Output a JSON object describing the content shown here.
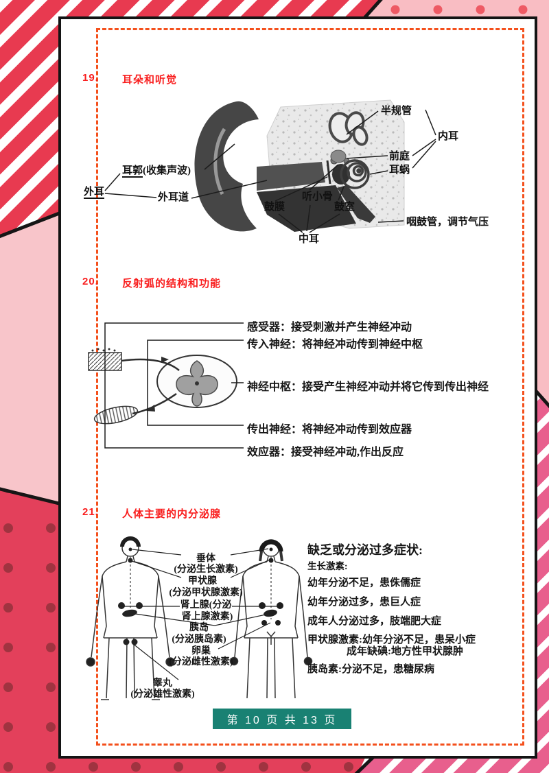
{
  "sections": {
    "s19": {
      "number": "19.",
      "title": "耳朵和听觉"
    },
    "s20": {
      "number": "20.",
      "title": "反射弧的结构和功能"
    },
    "s21": {
      "number": "21.",
      "title": "人体主要的内分泌腺"
    }
  },
  "ear": {
    "semicircular_canal": "半规管",
    "inner_ear": "内耳",
    "vestibule": "前庭",
    "cochlea": "耳蜗",
    "auricle_underlined": "耳郭",
    "auricle_rest": "(收集声波)",
    "outer_ear": "外耳",
    "ear_canal": "外耳道",
    "eardrum": "鼓膜",
    "ossicles": "听小骨",
    "tympanic_cavity": "鼓室",
    "middle_ear": "中耳",
    "eustachian_tube": "咽鼓管，调节气压"
  },
  "reflex": {
    "receptor": "感受器：接受刺激并产生神经冲动",
    "afferent": "传入神经：将神经冲动传到神经中枢",
    "center": "神经中枢：接受产生神经冲动并将它传到传出神经",
    "efferent": "传出神经：将神经冲动传到效应器",
    "effector": "效应器：接受神经冲动,作出反应"
  },
  "endocrine": {
    "pituitary": "垂体",
    "pituitary_sub": "(分泌生长激素)",
    "thyroid": "甲状腺",
    "thyroid_sub": "(分泌甲状腺激素)",
    "adrenal": "肾上腺(分泌",
    "adrenal_sub": "肾上腺激素)",
    "islet": "胰岛",
    "islet_sub": "(分泌胰岛素)",
    "ovary": "卵巢",
    "ovary_sub": "(分泌雌性激素)",
    "testis": "睾丸",
    "testis_sub": "(分泌雄性激素)",
    "symptoms_title": "缺乏或分泌过多症状:",
    "growth_hormone": "生长激素:",
    "symptom_1": "幼年分泌不足，患侏儒症",
    "symptom_2": "幼年分泌过多，患巨人症",
    "symptom_3": "成年人分泌过多，肢端肥大症",
    "symptom_4": "甲状腺激素:幼年分泌不足，患呆小症",
    "symptom_4b": "成年缺碘:地方性甲状腺肿",
    "symptom_5": "胰岛素:分泌不足，患糖尿病"
  },
  "footer": {
    "page_text": "第 10 页 共 13 页"
  },
  "colors": {
    "accent_red": "#f91d1d",
    "frame_stripe_red": "#e83a50",
    "frame_pink_solid": "#f8c5ca",
    "frame_dot_pink_bg": "#f9bdc3",
    "frame_dot_pink": "#ee5a64",
    "frame_crimson": "#e3405b",
    "frame_crimson_dot": "#a03340",
    "frame_rose": "#e85f8d",
    "dashed_border": "#f4501c",
    "footer_teal": "#198173"
  }
}
